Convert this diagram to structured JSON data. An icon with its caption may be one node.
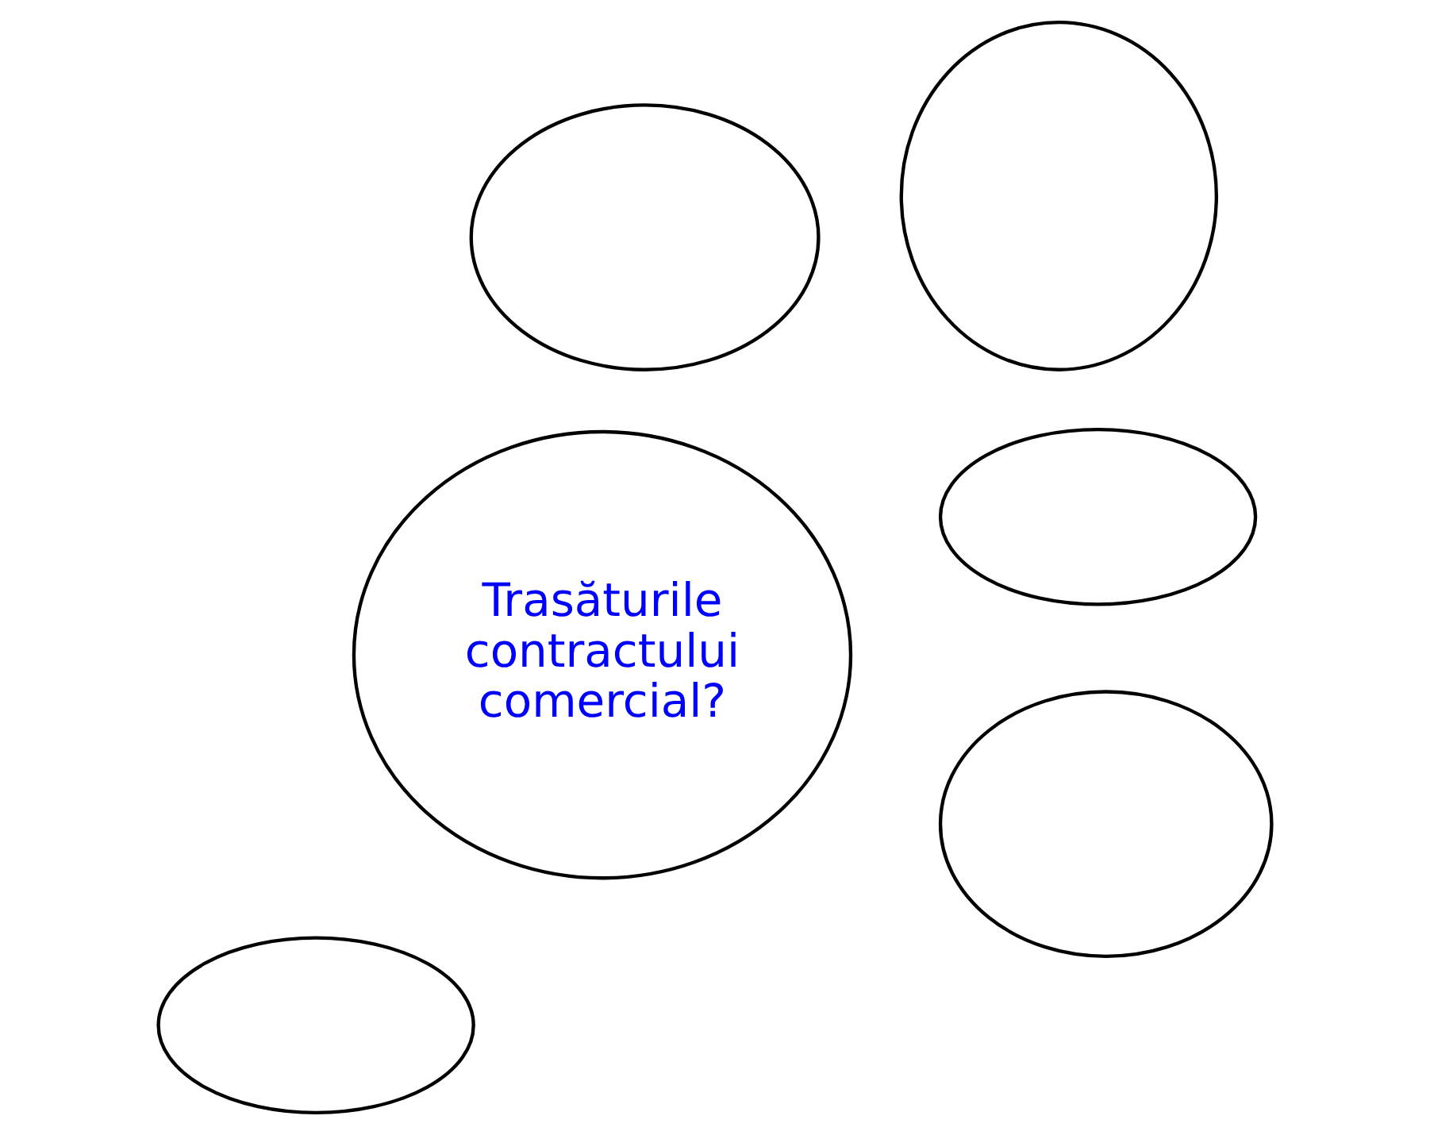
{
  "diagram": {
    "nodes": [
      {
        "text": [],
        "shape": "ellipse"
      },
      {
        "text": [],
        "shape": "ellipse"
      },
      {
        "text": [
          "Trasăturile contractului comercial?"
        ]
      },
      {
        "text": [],
        "shape": "ellipse"
      },
      {
        "text": [],
        "shape": "ellipse"
      },
      {
        "text": [],
        "shape": "ellipse"
      }
    ],
    "edges": []
  }
}
